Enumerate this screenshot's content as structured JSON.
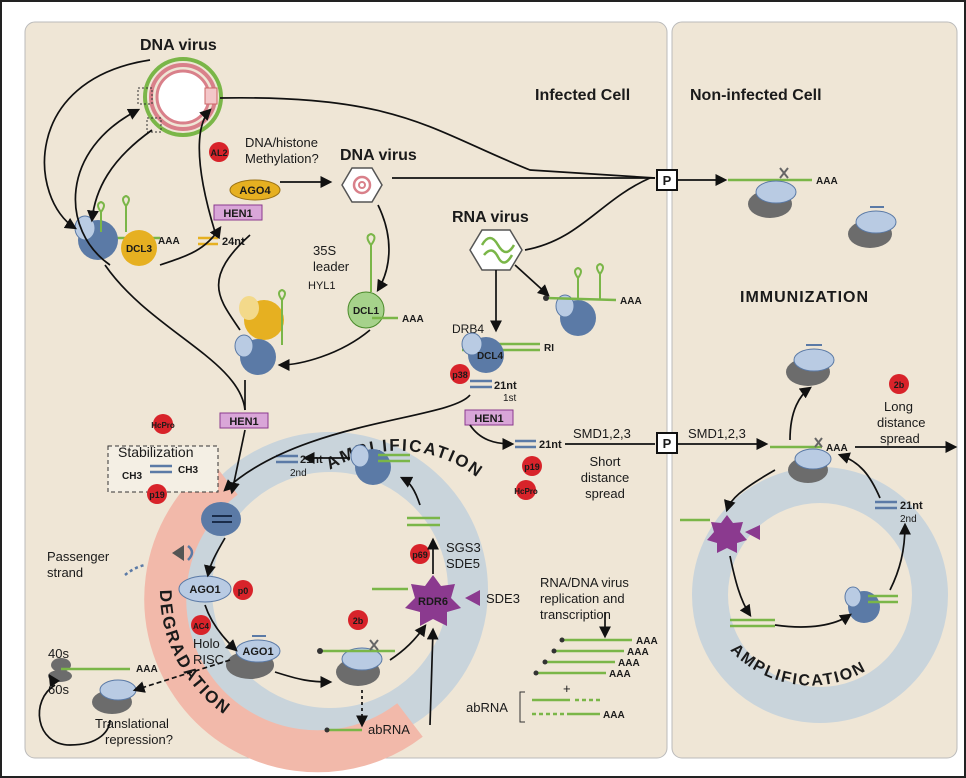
{
  "panels": {
    "infected_title": "Infected Cell",
    "noninfected_title": "Non-infected Cell",
    "immunization": "IMMUNIZATION"
  },
  "viruses": {
    "dna_virus_top": "DNA virus",
    "dna_virus_mid": "DNA virus",
    "rna_virus": "RNA virus"
  },
  "proteins": {
    "al2": "AL2",
    "ago4": "AGO4",
    "hen1_a": "HEN1",
    "hen1_b": "HEN1",
    "hen1_c": "HEN1",
    "dcl3": "DCL3",
    "dcl1": "DCL1",
    "dcl4": "DCL4",
    "drb4": "DRB4",
    "hyl1": "HYL1",
    "p38": "p38",
    "hcpro_a": "HcPro",
    "hcpro_b": "HcPro",
    "p19_a": "p19",
    "p19_b": "p19",
    "p69": "p69",
    "p0": "p0",
    "ac4": "AC4",
    "b2_a": "2b",
    "b2_b": "2b",
    "ago1_a": "AGO1",
    "ago1_b": "AGO1",
    "rdr6": "RDR6",
    "p_a": "P",
    "p_b": "P"
  },
  "labels": {
    "methylation": "DNA/histone\nMethylation?",
    "leader": "35S\nleader",
    "aaa": "AAA",
    "nt24": "24nt",
    "ri": "RI",
    "nt21_1st_a": "21nt",
    "nt21_1st_b": "1st",
    "nt21_2nd_a": "21nt",
    "nt21_2nd_b": "2nd",
    "nt21": "21nt",
    "nt21_right_a": "21nt",
    "nt21_right_b": "2nd",
    "stabilization": "Stabilization",
    "ch3": "CH3",
    "smd_a": "SMD1,2,3",
    "smd_b": "SMD1,2,3",
    "short_spread": "Short\ndistance\nspread",
    "long_spread": "Long\ndistance\nspread",
    "amplification": "AMPLIFICATION",
    "degradation": "DEGRADATION",
    "passenger": "Passenger\nstrand",
    "sgs3": "SGS3",
    "sde5": "SDE5",
    "sde3": "SDE3",
    "holo_risc": "Holo\nRISC",
    "s40": "40s",
    "s60": "60s",
    "translational": "Translational\nrepression?",
    "abrna_a": "abRNA",
    "abrna_b": "abRNA",
    "replication": "RNA/DNA virus\nreplication and\ntranscription",
    "plus": "+"
  },
  "colors": {
    "background": "#efe6d6",
    "green": "#7ab648",
    "blue": "#5b7aa6",
    "light_blue": "#b9cbe3",
    "red": "#d8232a",
    "purple": "#8b3a8f",
    "yellow": "#e6b021",
    "pink": "#d9a6d8",
    "amplification_ring": "#c9d4db",
    "degradation_ring": "#f2b9aa"
  }
}
